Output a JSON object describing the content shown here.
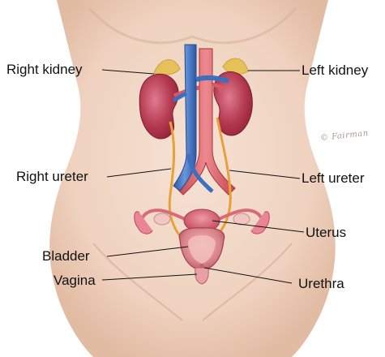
{
  "labels": {
    "right_kidney": "Right kidney",
    "left_kidney": "Left kidney",
    "right_ureter": "Right ureter",
    "left_ureter": "Left ureter",
    "uterus": "Uterus",
    "bladder": "Bladder",
    "vagina": "Vagina",
    "urethra": "Urethra"
  },
  "signature": "© Fairman",
  "colors": {
    "skin": "#f1d6c4",
    "skin_shadow": "#d9b39b",
    "kidney": "#b0374f",
    "kidney_light": "#d86a80",
    "vein": "#3d6fc0",
    "artery": "#d65a63",
    "ureter": "#e8a13a",
    "adrenal": "#e8c35a",
    "uterus": "#d96a7a",
    "bladder": "#d98890"
  }
}
